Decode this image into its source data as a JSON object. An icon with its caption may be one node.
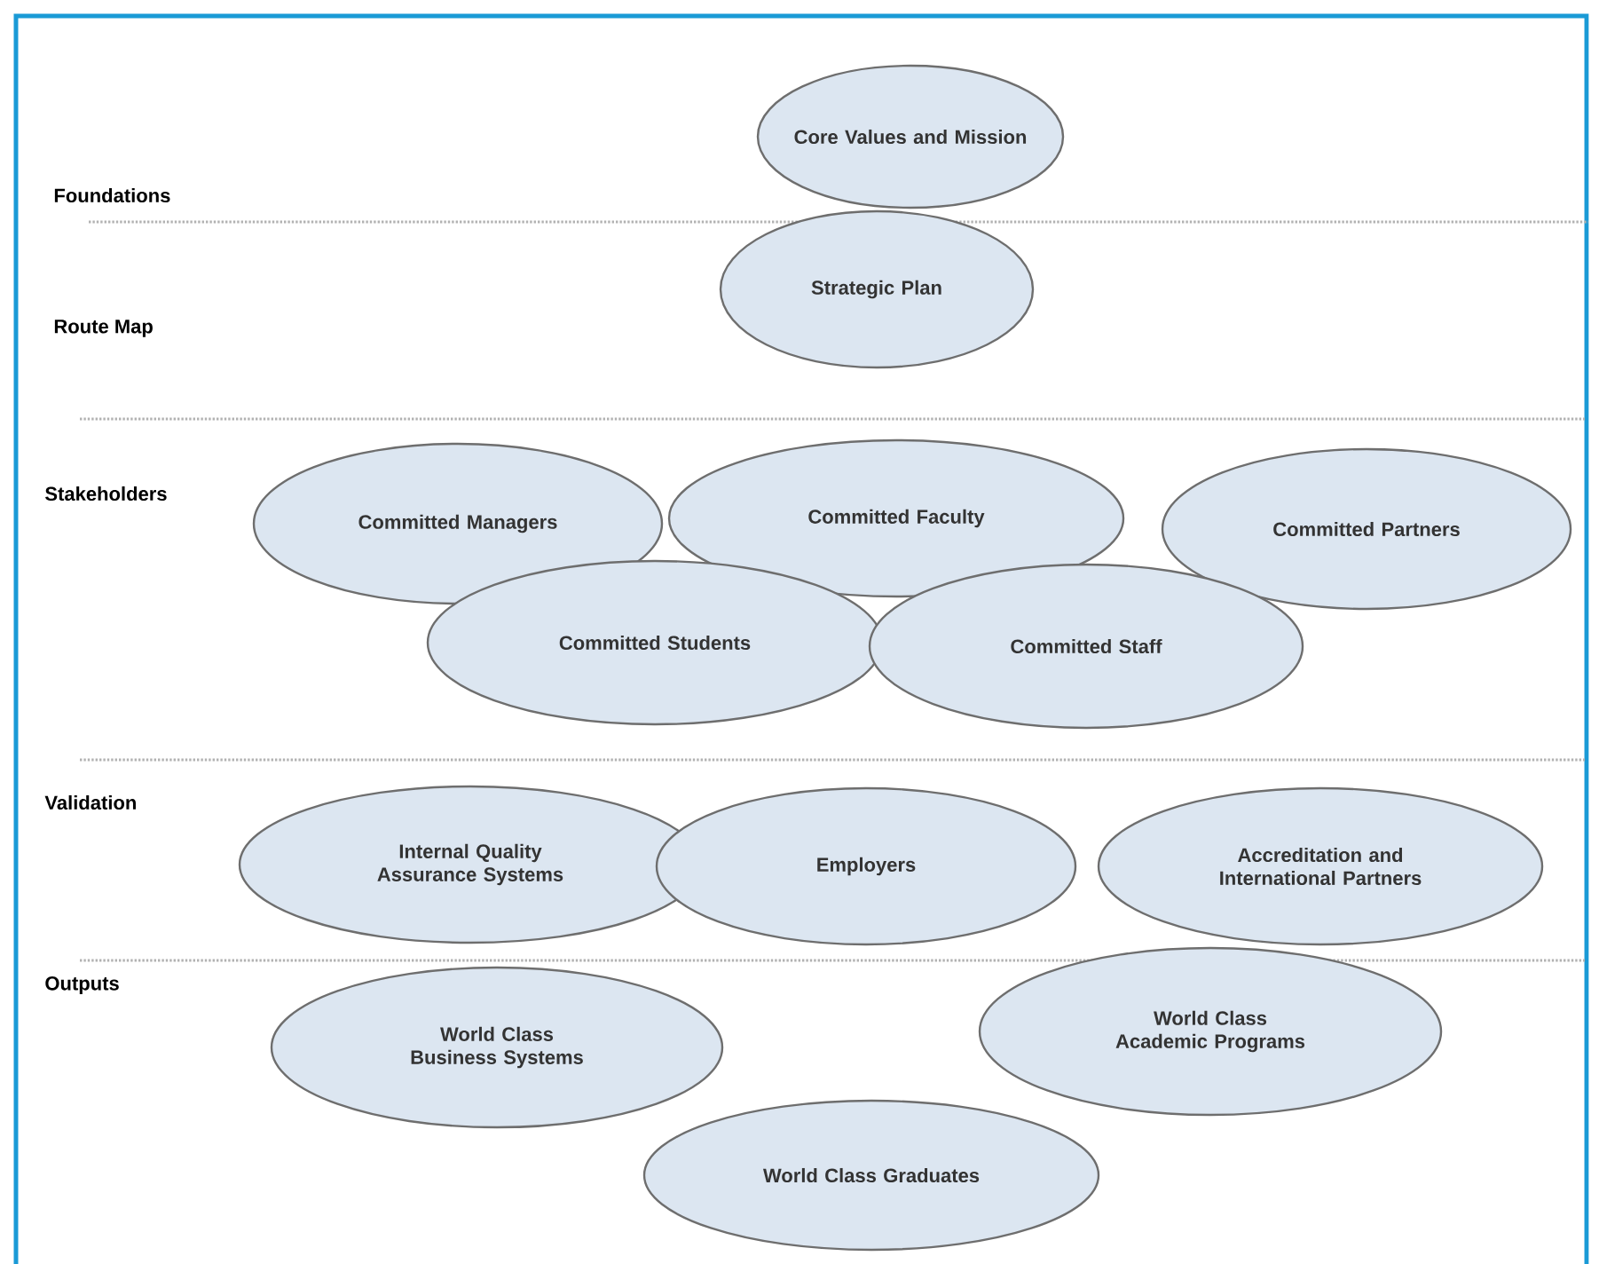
{
  "diagram": {
    "nodes": [
      {
        "text": [
          "Core Values and Mission"
        ]
      },
      {
        "text": [
          "Strategic Plan"
        ]
      },
      {
        "text": [
          "Committed Managers"
        ]
      },
      {
        "text": [
          "Committed Faculty"
        ]
      },
      {
        "text": [
          "Committed Partners"
        ]
      },
      {
        "text": [
          "Committed Students"
        ]
      },
      {
        "text": [
          "Committed Staff"
        ]
      },
      {
        "text": [
          "Internal Quality Assurance Systems"
        ]
      },
      {
        "text": [
          "Employers"
        ]
      },
      {
        "text": [
          "Accreditation and International Partners"
        ]
      },
      {
        "text": [
          "World Class Business Systems"
        ]
      },
      {
        "text": [
          "World Class Academic Programs"
        ]
      },
      {
        "text": [
          "World Class Graduates"
        ]
      }
    ],
    "edges": [],
    "labels": [
      "Foundations",
      "Route Map",
      "Stakeholders",
      "Validation",
      "Outputs"
    ]
  }
}
